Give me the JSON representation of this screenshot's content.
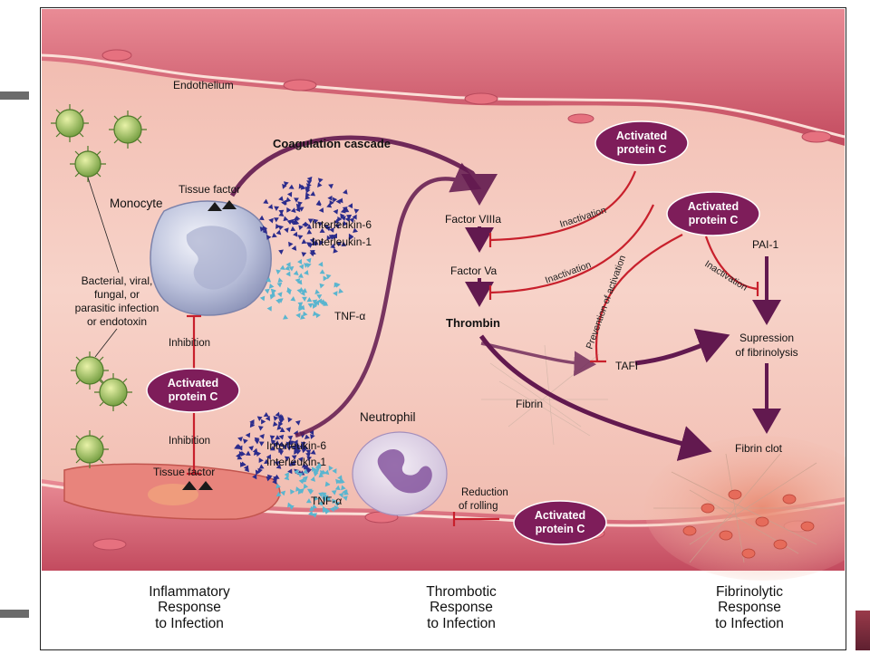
{
  "labels": {
    "endothelium": "Endothelium",
    "coagulation_cascade": "Coagulation cascade",
    "tissue_factor_top": "Tissue factor",
    "monocyte": "Monocyte",
    "interleukin6_top": "Interleukin-6",
    "interleukin1_top": "Interleukin-1",
    "tnf_top": "TNF-α",
    "infection_line1": "Bacterial, viral,",
    "infection_line2": "fungal, or",
    "infection_line3": "parasitic infection",
    "infection_line4": "or endotoxin",
    "inhibition_top": "Inhibition",
    "inhibition_bottom": "Inhibition",
    "tissue_factor_bottom": "Tissue factor",
    "interleukin6_bottom": "Interleukin-6",
    "interleukin1_bottom": "Interleukin-1",
    "tnf_bottom": "TNF-α",
    "neutrophil": "Neutrophil",
    "reduction_line1": "Reduction",
    "reduction_line2": "of rolling",
    "factor_viiia": "Factor VIIIa",
    "factor_va": "Factor Va",
    "thrombin": "Thrombin",
    "inactivation_1": "Inactivation",
    "inactivation_2": "Inactivation",
    "inactivation_3": "Inactivation",
    "prevention_of_activation": "Prevention of activation",
    "tafi": "TAFI",
    "pai1": "PAI-1",
    "supression_line1": "Supression",
    "supression_line2": "of fibrinolysis",
    "fibrin": "Fibrin",
    "fibrin_clot": "Fibrin clot"
  },
  "badges": {
    "apc_1": [
      "Activated",
      "protein C"
    ],
    "apc_2": [
      "Activated",
      "protein C"
    ],
    "apc_3": [
      "Activated",
      "protein C"
    ],
    "apc_4": [
      "Activated",
      "protein C"
    ]
  },
  "columns": {
    "inflammatory": [
      "Inflammatory",
      "Response",
      "to Infection"
    ],
    "thrombotic": [
      "Thrombotic",
      "Response",
      "to Infection"
    ],
    "fibrinolytic": [
      "Fibrinolytic",
      "Response",
      "to Infection"
    ]
  },
  "colors": {
    "vessel_wall": "#cf6474",
    "vessel_lumen": "#f3c2b6",
    "badge": "#7e1d5a",
    "arrow_purple": "#62194f",
    "inhibit_red": "#c8202c",
    "monocyte": "#b9bfd8",
    "particles_dark": "#2c2c8c",
    "particles_light": "#5ab5cf"
  }
}
